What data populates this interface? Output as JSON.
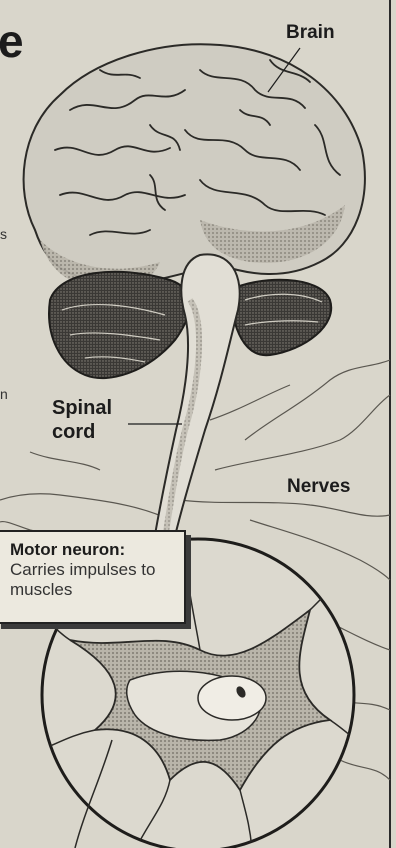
{
  "header": {
    "title_fragment": "e"
  },
  "labels": {
    "brain": "Brain",
    "spinal_cord": "Spinal cord",
    "nerves": "Nerves"
  },
  "callout": {
    "title": "Motor neuron:",
    "description": "Carries impulses to muscles"
  },
  "edge_text": {
    "left_mark_1": "s",
    "left_mark_2": "n"
  }
}
